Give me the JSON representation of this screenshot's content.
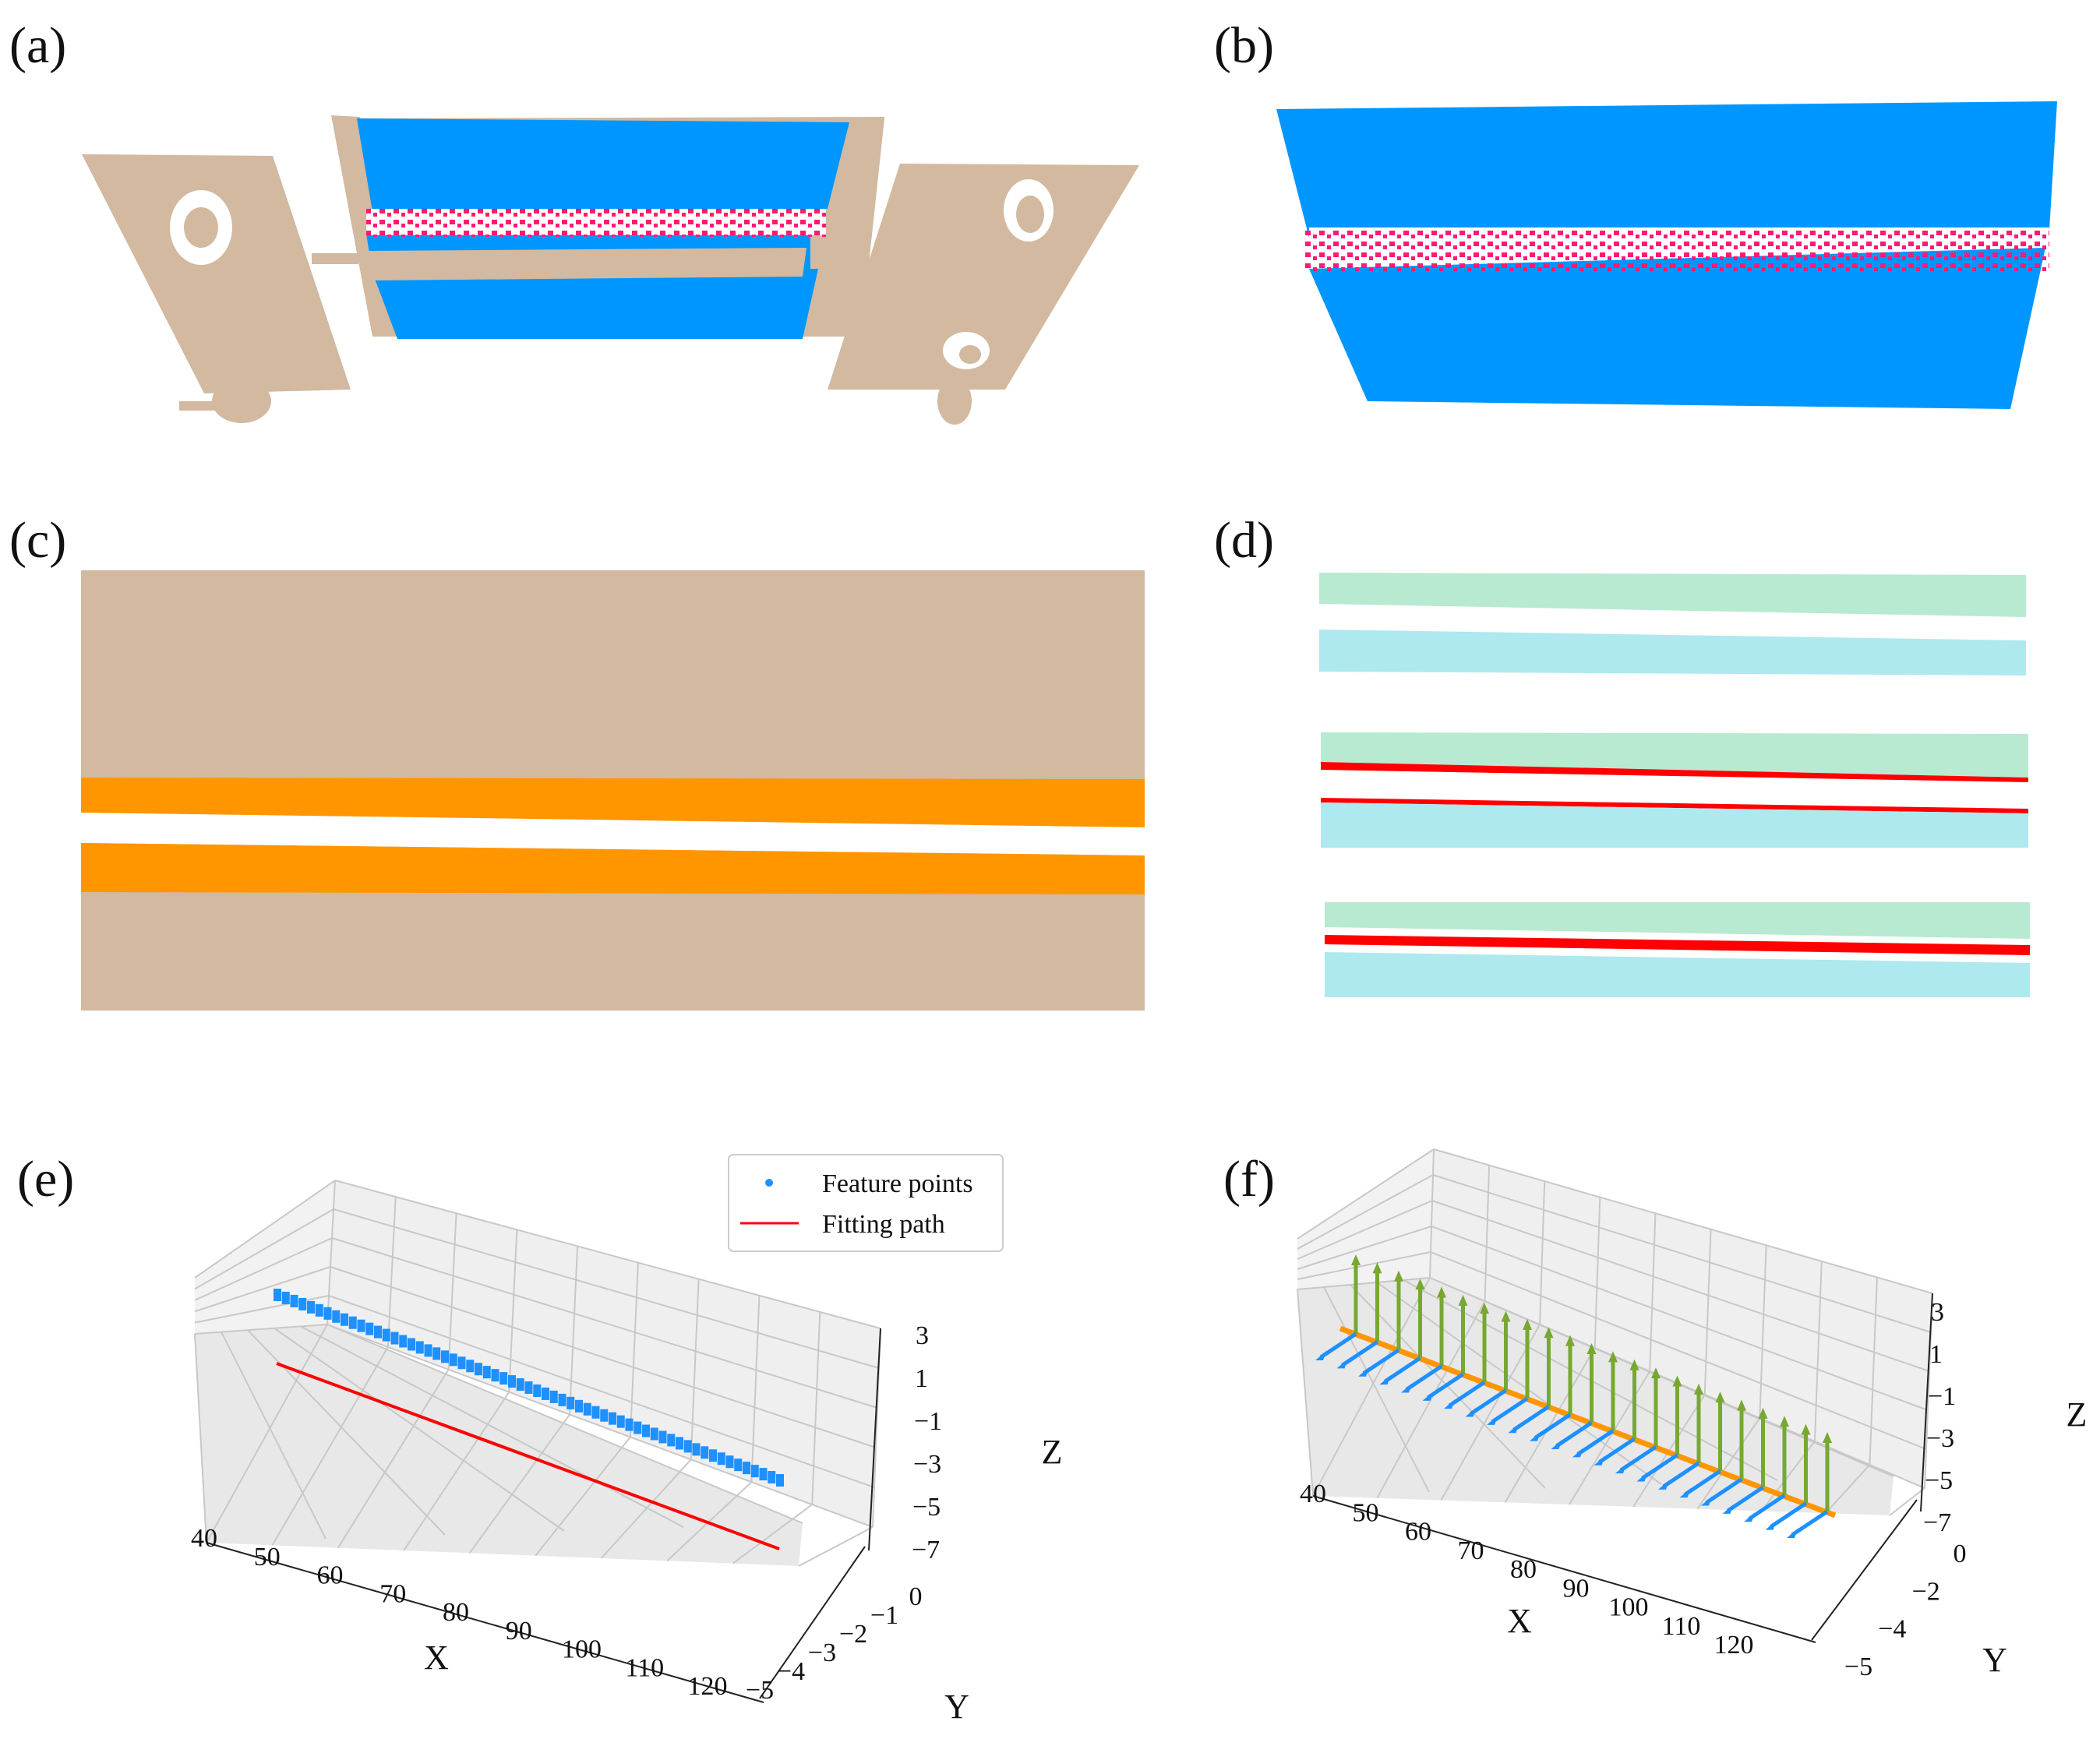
{
  "panels": {
    "a": {
      "label": "(a)"
    },
    "b": {
      "label": "(b)"
    },
    "c": {
      "label": "(c)"
    },
    "d": {
      "label": "(d)"
    },
    "e": {
      "label": "(e)"
    },
    "f": {
      "label": "(f)"
    }
  },
  "colors": {
    "workpiece": "#d2b9a0",
    "weld_plate": "#0096ff",
    "seam_points": "#ff1a75",
    "seam_band": "#ff9600",
    "green_layer": "#b7ead0",
    "cyan_layer": "#ade9ee",
    "edge_line": "#ff0000",
    "feature_points": "#1e90ff",
    "fitting_path": "#ff0000",
    "normal_vectors": "#76a832",
    "tangent_vectors": "#1e90ff",
    "path_line": "#ff9600"
  },
  "chart_data": [
    {
      "type": "scatter",
      "panel": "e",
      "xlabel": "X",
      "ylabel": "Y",
      "zlabel": "Z",
      "xticks": [
        "40",
        "50",
        "60",
        "70",
        "80",
        "90",
        "100",
        "110",
        "120"
      ],
      "yticks": [
        "0",
        "−1",
        "−2",
        "−3",
        "−4",
        "−5"
      ],
      "zticks": [
        "3",
        "1",
        "−1",
        "−3",
        "−5",
        "−7"
      ],
      "legend": [
        "Feature points",
        "Fitting path"
      ],
      "legend_position": "upper-right"
    },
    {
      "type": "line",
      "panel": "f",
      "xlabel": "X",
      "ylabel": "Y",
      "zlabel": "Z",
      "xticks": [
        "40",
        "50",
        "60",
        "70",
        "80",
        "90",
        "100",
        "110",
        "120"
      ],
      "yticks": [
        "0",
        "−2",
        "−4",
        "−5"
      ],
      "zticks": [
        "3",
        "1",
        "−1",
        "−3",
        "−5",
        "−7"
      ]
    }
  ]
}
